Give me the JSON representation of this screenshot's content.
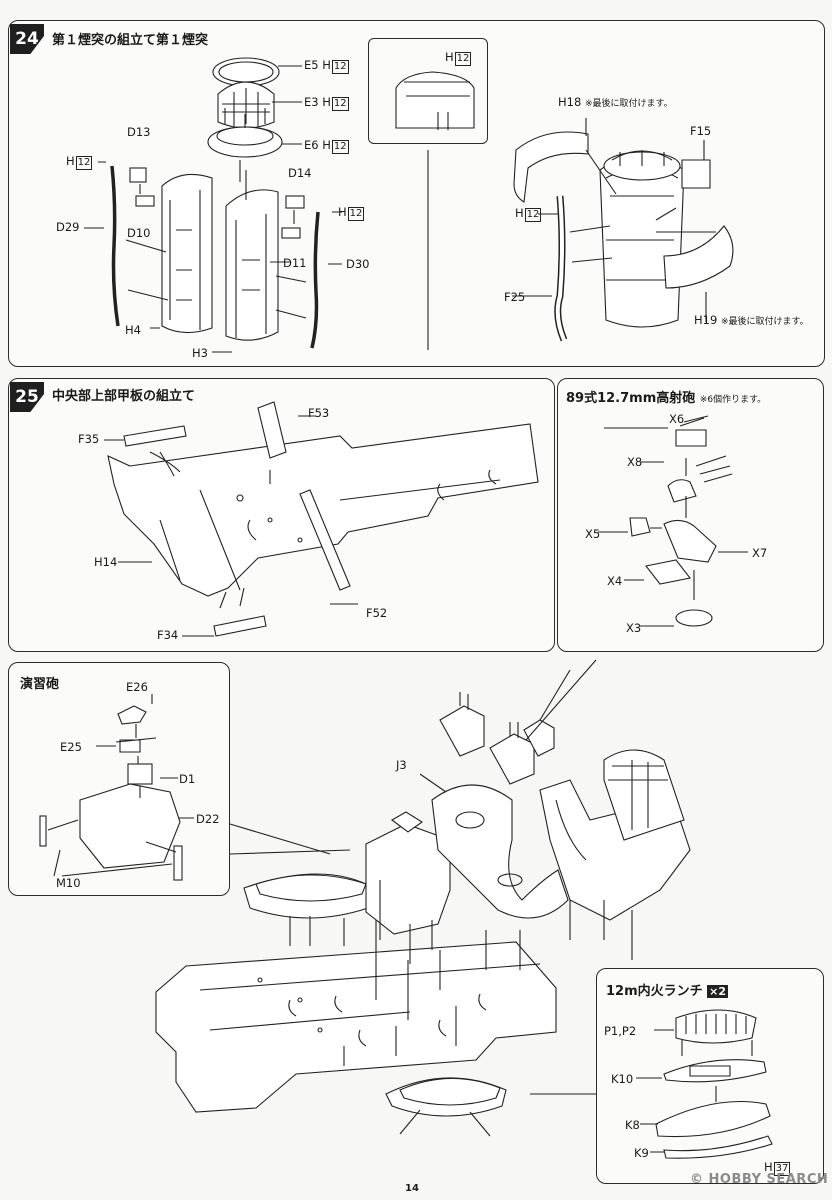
{
  "steps": [
    {
      "badge": "24",
      "title": "第１煙突の組立て第１煙突",
      "labels": {
        "e5": "E5",
        "e5_code": "H",
        "e5_box": "12",
        "e3": "E3",
        "e3_code": "H",
        "e3_box": "12",
        "e6": "E6",
        "e6_code": "H",
        "e6_box": "12",
        "d13": "D13",
        "h_left": "H",
        "h_left_box": "12",
        "d29": "D29",
        "d10": "D10",
        "d14": "D14",
        "h_right": "H",
        "h_right_box": "12",
        "d11": "D11",
        "d30": "D30",
        "h4": "H4",
        "h3": "H3",
        "inset_h": "H",
        "inset_h_box": "12",
        "h18": "H18",
        "h18_note": "※最後に取付けます。",
        "f15": "F15",
        "h_mid": "H",
        "h_mid_box": "12",
        "f25": "F25",
        "h19": "H19",
        "h19_note": "※最後に取付けます。"
      }
    },
    {
      "badge": "25",
      "title": "中央部上部甲板の組立て",
      "labels": {
        "f53": "F53",
        "f35": "F35",
        "h14": "H14",
        "f52": "F52",
        "f34": "F34"
      }
    }
  ],
  "gun_panel": {
    "title": "89式12.7mm高射砲",
    "note": "※6個作ります。",
    "labels": {
      "x6": "X6",
      "x8": "X8",
      "x5": "X5",
      "x7": "X7",
      "x4": "X4",
      "x3": "X3"
    }
  },
  "practice_gun": {
    "title": "演習砲",
    "labels": {
      "e26": "E26",
      "e25": "E25",
      "d1": "D1",
      "d22": "D22",
      "m10": "M10"
    }
  },
  "main_labels": {
    "j3": "J3"
  },
  "launch_panel": {
    "title": "12m内火ランチ",
    "multiplier": "×2",
    "labels": {
      "p": "P1,P2",
      "k10": "K10",
      "k8": "K8",
      "k9": "K9",
      "h37": "H",
      "h37_box": "37"
    }
  },
  "page_number": "14",
  "watermark": "© HOBBY SEARCH"
}
